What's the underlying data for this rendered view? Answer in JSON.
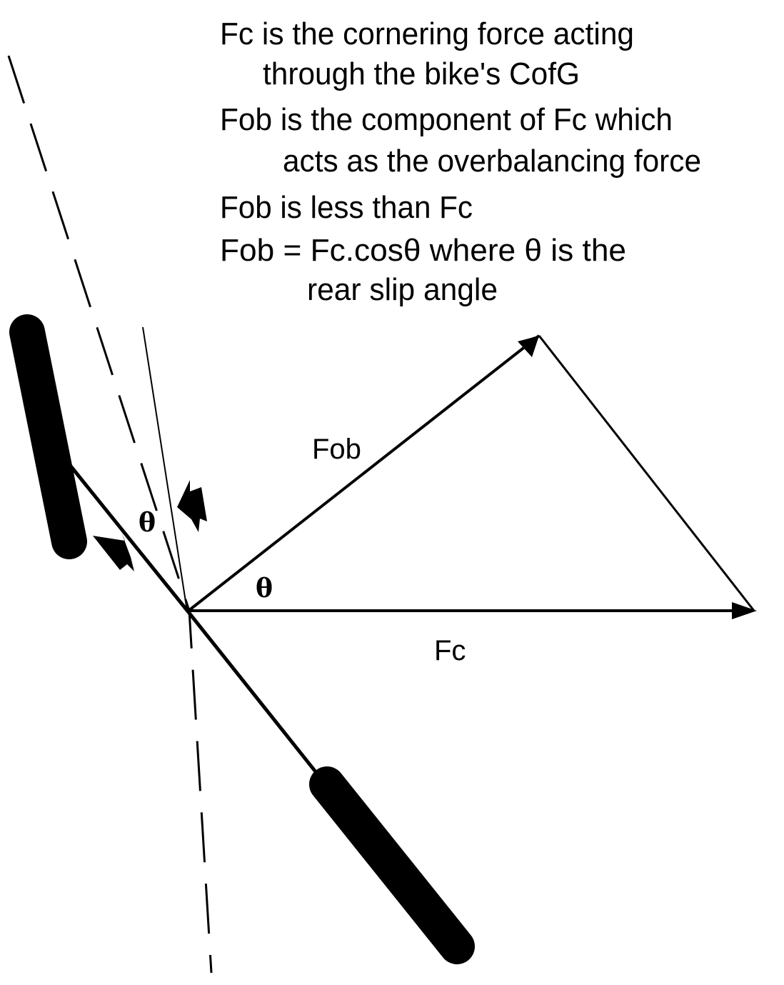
{
  "notes": [
    "Fc is the cornering force acting",
    "through the bike's CofG",
    "Fob is the component of Fc which",
    "acts as the overbalancing force",
    "Fob is less than Fc",
    "Fob = Fc.cosθ  where θ is the",
    "rear slip angle"
  ],
  "labels": {
    "fob": "Fob",
    "fc": "Fc",
    "theta_slip": "θ",
    "theta_force": "θ"
  },
  "colors": {
    "ink": "#000000",
    "background": "#ffffff"
  }
}
